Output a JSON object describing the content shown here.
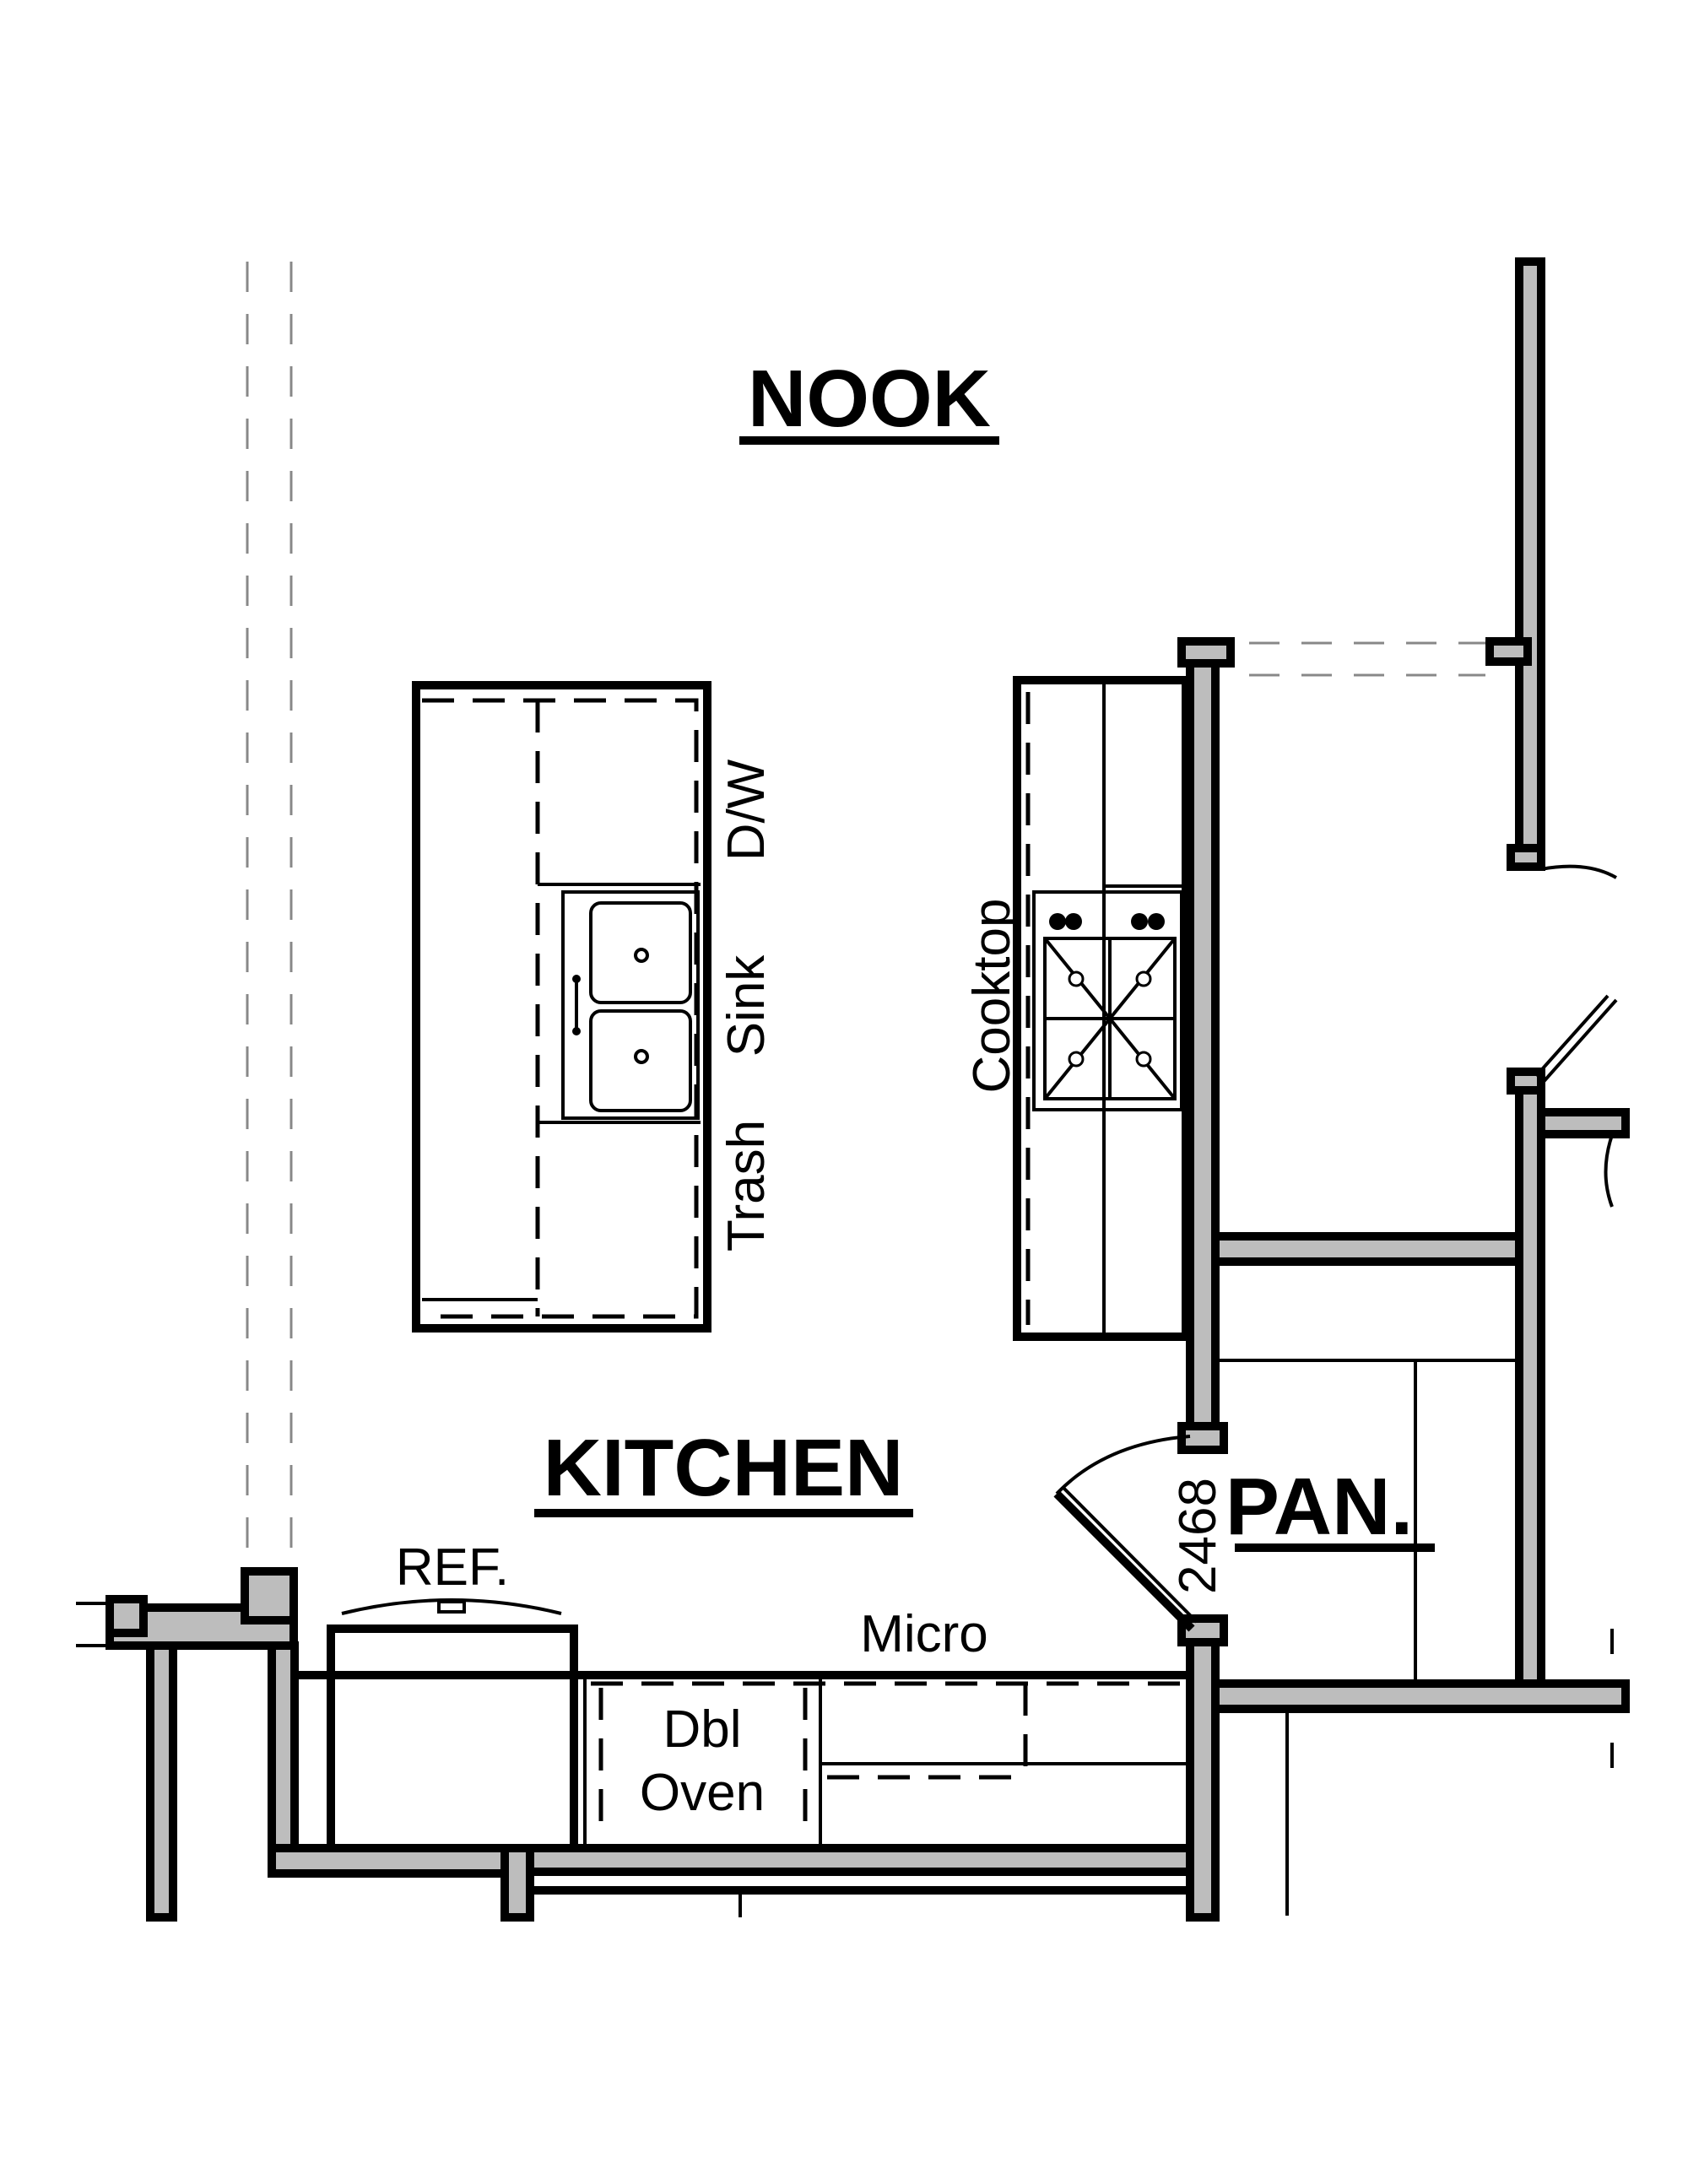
{
  "rooms": {
    "nook": "NOOK",
    "kitchen": "KITCHEN",
    "pantry": "PAN."
  },
  "labels": {
    "dishwasher": "D/W",
    "sink": "Sink",
    "trash": "Trash",
    "cooktop": "Cooktop",
    "refrigerator": "REF.",
    "microwave": "Micro",
    "double_oven_line1": "Dbl",
    "double_oven_line2": "Oven",
    "door_size": "2468"
  },
  "colors": {
    "wall_fill": "#bdbdbd",
    "line": "#000000",
    "background": "#ffffff"
  }
}
